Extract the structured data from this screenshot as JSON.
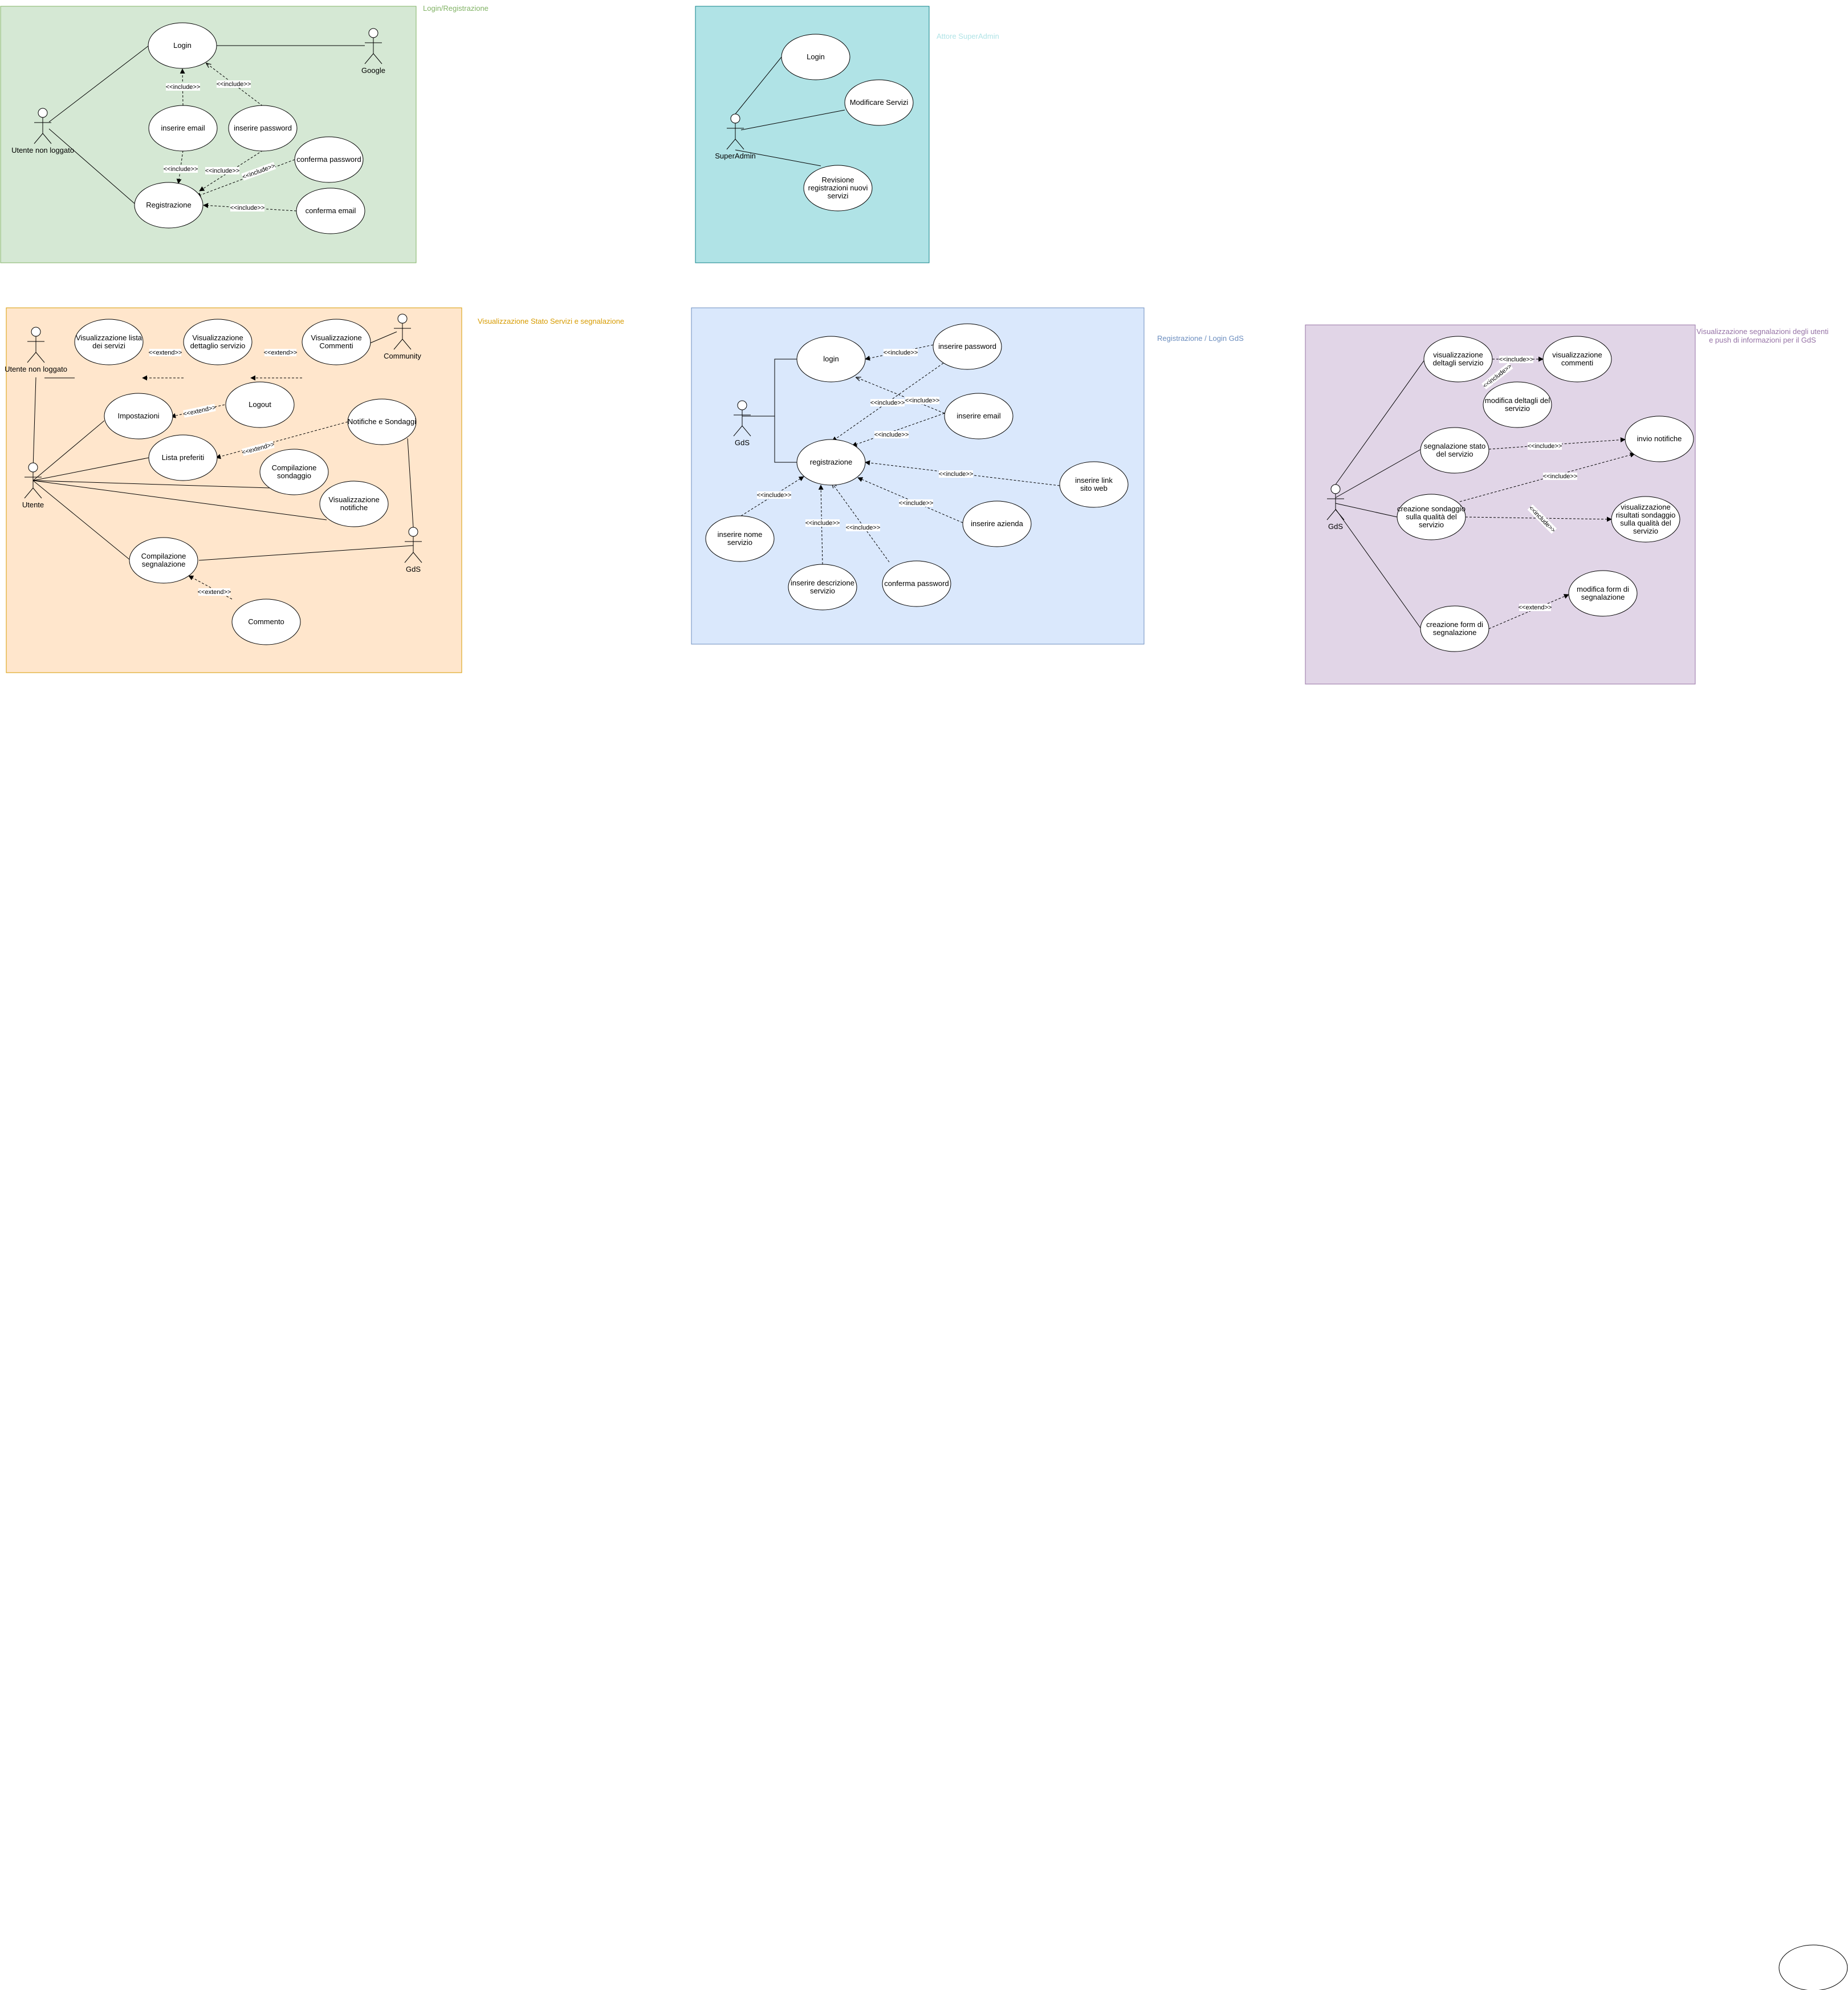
{
  "colors": {
    "login_fill": "#d5e8d4",
    "login_stroke": "#82b366",
    "login_title": "#82b366",
    "admin_fill": "#b0e3e6",
    "admin_stroke": "#0e8088",
    "admin_title": "#b0e3e6",
    "status_fill": "#ffe6cc",
    "status_stroke": "#d79b00",
    "status_title": "#d79b00",
    "gds_fill": "#dae8fc",
    "gds_stroke": "#6c8ebf",
    "gds_title": "#6c8ebf",
    "report_fill": "#e1d5e7",
    "report_stroke": "#9673a6",
    "report_title": "#9673a6"
  },
  "sections": {
    "login": {
      "title": "Login/Registrazione"
    },
    "admin": {
      "title": "Attore SuperAdmin"
    },
    "status": {
      "title": "Visualizzazione Stato Servizi e segnalazione"
    },
    "gds": {
      "title": "Registrazione / Login GdS"
    },
    "report": {
      "title_line1": "Visualizzazione segnalazioni degli utenti",
      "title_line2": "e push di informazioni per il GdS"
    }
  },
  "actors": {
    "login_user": "Utente non loggato",
    "login_google": "Google",
    "admin_superadmin": "SuperAdmin",
    "status_user_nl": "Utente non loggato",
    "status_community": "Community",
    "status_utente": "Utente",
    "status_gds": "GdS",
    "gds_gds": "GdS",
    "report_gds": "GdS"
  },
  "usecases": {
    "login_login": [
      "Login"
    ],
    "login_email": [
      "inserire email"
    ],
    "login_password": [
      "inserire password"
    ],
    "login_confirm_password": [
      "conferma password"
    ],
    "login_registrazione": [
      "Registrazione"
    ],
    "login_confirm_email": [
      "conferma email"
    ],
    "admin_login": [
      "Login"
    ],
    "admin_modify": [
      "Modificare Servizi"
    ],
    "admin_review": [
      "Revisione",
      "registrazioni nuovi",
      "servizi"
    ],
    "status_list": [
      "Visualizzazione lista",
      "dei servizi"
    ],
    "status_detail": [
      "Visualizzazione",
      "dettaglio servizio"
    ],
    "status_comments": [
      "Visualizzazione",
      "Commenti"
    ],
    "status_settings": [
      "Impostazioni"
    ],
    "status_logout": [
      "Logout"
    ],
    "status_notif_surveys": [
      "Notifiche e Sondaggi"
    ],
    "status_favorites": [
      "Lista preferiti"
    ],
    "status_survey": [
      "Compilazione",
      "sondaggio"
    ],
    "status_view_notif": [
      "Visualizzazione",
      "notifiche"
    ],
    "status_report": [
      "Compilazione",
      "segnalazione"
    ],
    "status_comment": [
      "Commento"
    ],
    "gds_login": [
      "login"
    ],
    "gds_password": [
      "inserire password"
    ],
    "gds_email": [
      "inserire email"
    ],
    "gds_registrazione": [
      "registrazione"
    ],
    "gds_link": [
      "inserire link",
      "sito web"
    ],
    "gds_company": [
      "inserire azienda"
    ],
    "gds_service_name": [
      "inserire nome",
      "servizio"
    ],
    "gds_service_desc": [
      "inserire descrizione",
      "servizio"
    ],
    "gds_confirm_password": [
      "conferma password"
    ],
    "report_details": [
      "visualizzazione",
      "deltagli servizio"
    ],
    "report_comments": [
      "visualizzazione",
      "commenti"
    ],
    "report_edit_details": [
      "modifica deltagli del",
      "servizio"
    ],
    "report_status": [
      "segnalazione stato",
      "del servizio"
    ],
    "report_push": [
      "invio notifiche"
    ],
    "report_create_survey": [
      "creazione sondaggio",
      "sulla qualità del",
      "servizio"
    ],
    "report_survey_results": [
      "visualizzazione",
      "risultati sondaggio",
      "sulla qualità del",
      "servizio"
    ],
    "report_form": [
      "creazione form di",
      "segnalazione"
    ],
    "report_edit_form": [
      "modifica form di",
      "segnalazione"
    ]
  },
  "relations": {
    "include": "<<include>>",
    "extend": "<<extend>>"
  }
}
